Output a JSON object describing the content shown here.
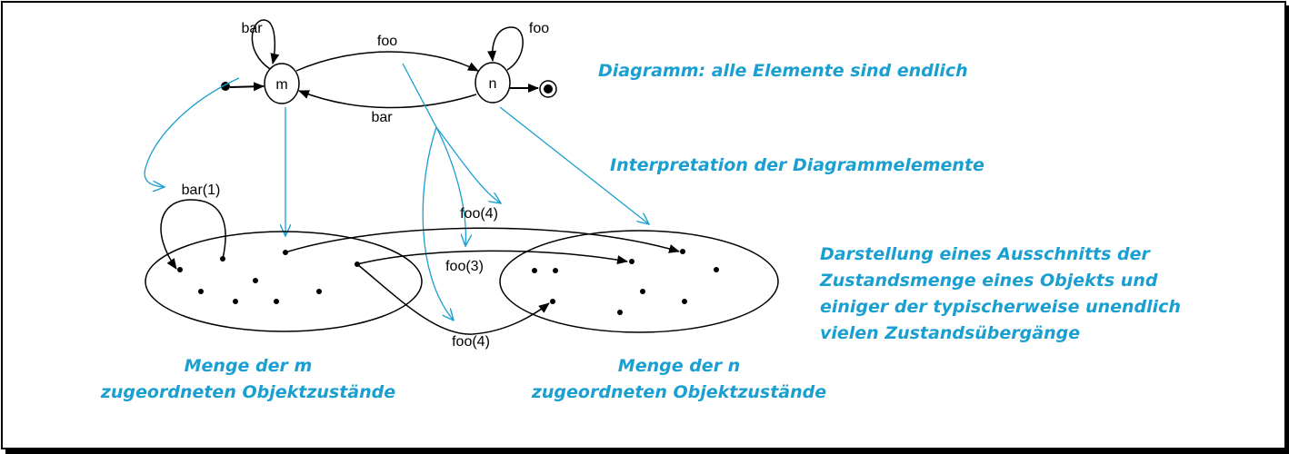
{
  "states": {
    "m": "m",
    "n": "n"
  },
  "transitions": {
    "bar_self": "bar",
    "foo_mn": "foo",
    "foo_self": "foo",
    "bar_nm": "bar"
  },
  "instance_transitions": {
    "bar1": "bar(1)",
    "foo4_top": "foo(4)",
    "foo3": "foo(3)",
    "foo4_bottom": "foo(4)"
  },
  "notes": {
    "diagram": "Diagramm: alle Elemente sind endlich",
    "interpretation": "Interpretation der Diagrammelemente",
    "representation": [
      "Darstellung eines Ausschnitts der",
      "Zustandsmenge eines Objekts und",
      "einiger der typischerweise unendlich",
      "vielen Zustandsübergänge"
    ],
    "set_m": [
      "Menge der m",
      "zugeordneten Objektzustände"
    ],
    "set_n": [
      "Menge der n",
      "zugeordneten Objektzustände"
    ]
  },
  "colors": {
    "annotation": "#1a9fd0",
    "diagram": "#000000"
  }
}
